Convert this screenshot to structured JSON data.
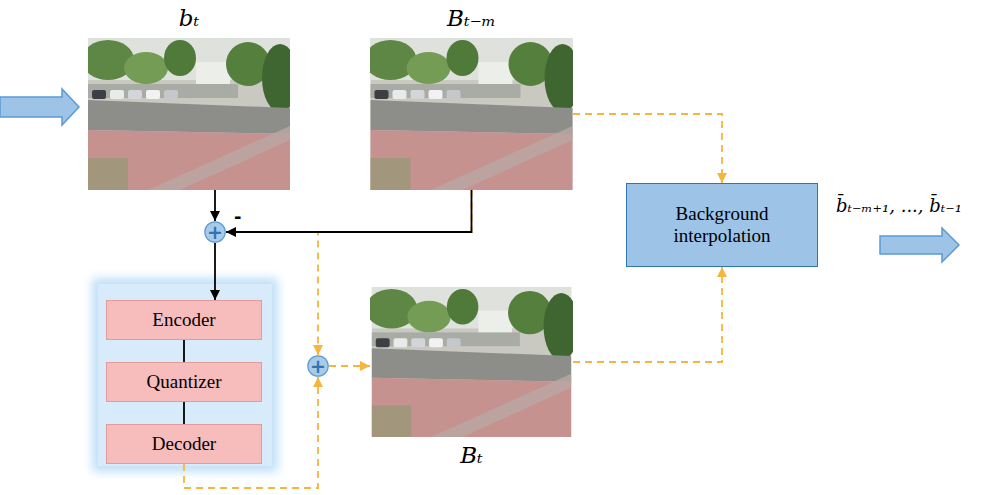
{
  "diagram": {
    "nodes": [
      {
        "text": [
          "bₜ"
        ]
      },
      {
        "text": [
          "Bₜ₋ₘ"
        ]
      },
      {
        "text": [
          "+"
        ]
      },
      {
        "text": [
          "Encoder"
        ]
      },
      {
        "text": [
          "Quantizer"
        ]
      },
      {
        "text": [
          "Decoder"
        ]
      },
      {
        "text": [
          "+"
        ]
      },
      {
        "text": [
          "Bₜ"
        ]
      },
      {
        "text": [
          "Background interpolation"
        ]
      }
    ],
    "edges": [
      {
        "from": 0,
        "to": 2,
        "arrow": "to"
      },
      {
        "from": 1,
        "to": 2,
        "arrow": "to",
        "label": "-"
      },
      {
        "from": 2,
        "to": 3,
        "arrow": "to"
      },
      {
        "from": 3,
        "to": 4,
        "arrow": "none"
      },
      {
        "from": 4,
        "to": 5,
        "arrow": "none"
      },
      {
        "from": 5,
        "to": 6,
        "arrow": "to"
      },
      {
        "from": 1,
        "to": 6,
        "arrow": "to"
      },
      {
        "from": 6,
        "to": 7,
        "arrow": "to"
      },
      {
        "from": 1,
        "to": 8,
        "arrow": "to"
      },
      {
        "from": 7,
        "to": 8,
        "arrow": "to"
      }
    ],
    "labels": [
      "b̄ₜ₋ₘ₊₁, ..., b̄ₜ₋₁"
    ]
  }
}
